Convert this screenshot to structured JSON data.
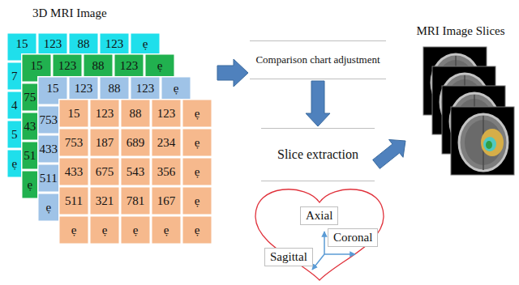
{
  "diagram": {
    "nodes": [
      {
        "text": [
          "3D MRI Image"
        ]
      },
      {
        "text": [
          "Comparison chart adjustment"
        ]
      },
      {
        "text": [
          "Slice extraction"
        ]
      },
      {
        "text": [
          "Axial"
        ]
      },
      {
        "text": [
          "Coronal"
        ]
      },
      {
        "text": [
          "Sagittal"
        ]
      },
      {
        "text": [
          "MRI Image Slices"
        ]
      }
    ],
    "edges": [
      {
        "from": 0,
        "to": 1,
        "arrow": "to"
      },
      {
        "from": 1,
        "to": 2,
        "arrow": "to"
      },
      {
        "from": 2,
        "to": 6,
        "arrow": "to"
      }
    ],
    "labels": [
      "15",
      "123",
      "88",
      "123",
      "ẹ",
      "7",
      "4",
      "5",
      "ẹ",
      "15",
      "123",
      "88",
      "123",
      "ẹ",
      "75",
      "43",
      "51",
      "ẹ",
      "15",
      "123",
      "88",
      "123",
      "ẹ",
      "753",
      "433",
      "511",
      "ẹ",
      "15",
      "123",
      "88",
      "123",
      "ẹ",
      "753",
      "187",
      "689",
      "234",
      "ẹ",
      "433",
      "675",
      "543",
      "356",
      "ẹ",
      "511",
      "321",
      "781",
      "167",
      "ẹ",
      "ẹ",
      "ẹ",
      "ẹ",
      "ẹ",
      "ẹ"
    ]
  }
}
